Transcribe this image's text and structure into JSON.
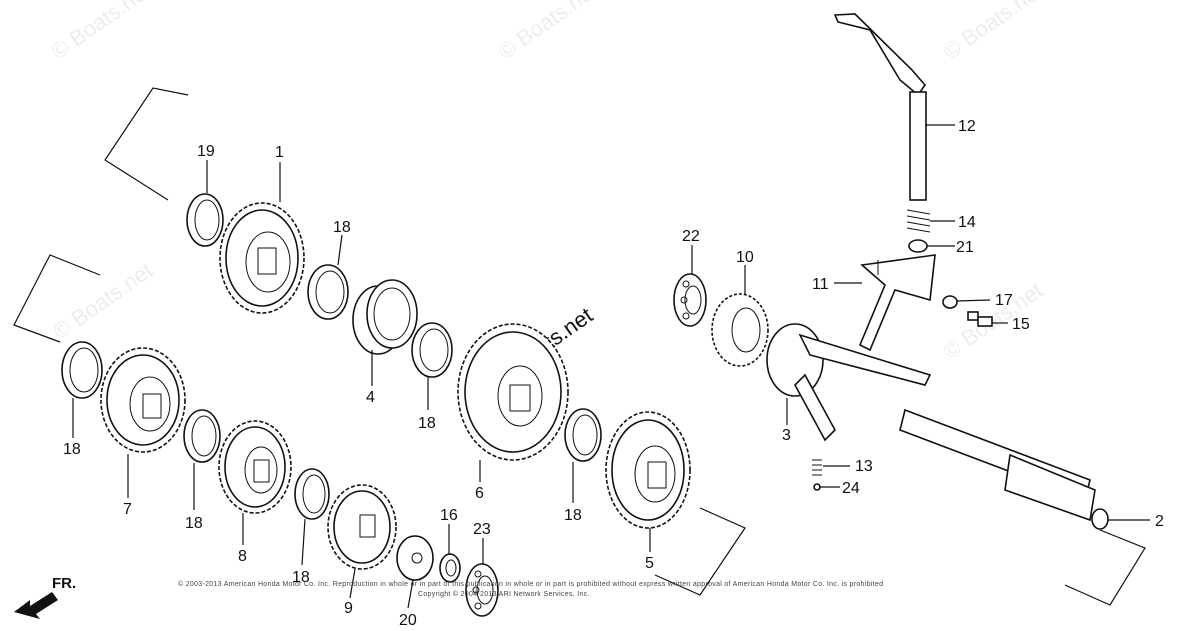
{
  "watermark": {
    "text": "© Boats.net",
    "center_text": "© Boats.net"
  },
  "fr_label": "FR.",
  "copyright_lines": [
    "© 2003-2013 American Honda Motor Co. Inc. Reproduction in whole or in part of this publication in whole or in part is prohibited without express written approval of American Honda Motor Co. Inc. is prohibited",
    "Copyright © 2004-2013 ARI Network Services, Inc."
  ],
  "callouts": [
    {
      "id": "c1",
      "label": "1"
    },
    {
      "id": "c2",
      "label": "2"
    },
    {
      "id": "c3",
      "label": "3"
    },
    {
      "id": "c4",
      "label": "4"
    },
    {
      "id": "c5",
      "label": "5"
    },
    {
      "id": "c6",
      "label": "6"
    },
    {
      "id": "c7",
      "label": "7"
    },
    {
      "id": "c8",
      "label": "8"
    },
    {
      "id": "c9",
      "label": "9"
    },
    {
      "id": "c10",
      "label": "10"
    },
    {
      "id": "c11",
      "label": "11"
    },
    {
      "id": "c12",
      "label": "12"
    },
    {
      "id": "c13",
      "label": "13"
    },
    {
      "id": "c14",
      "label": "14"
    },
    {
      "id": "c15",
      "label": "15"
    },
    {
      "id": "c16",
      "label": "16"
    },
    {
      "id": "c17",
      "label": "17"
    },
    {
      "id": "c18a",
      "label": "18"
    },
    {
      "id": "c18b",
      "label": "18"
    },
    {
      "id": "c18c",
      "label": "18"
    },
    {
      "id": "c18d",
      "label": "18"
    },
    {
      "id": "c18e",
      "label": "18"
    },
    {
      "id": "c18f",
      "label": "18"
    },
    {
      "id": "c19",
      "label": "19"
    },
    {
      "id": "c20",
      "label": "20"
    },
    {
      "id": "c21",
      "label": "21"
    },
    {
      "id": "c22",
      "label": "22"
    },
    {
      "id": "c23",
      "label": "23"
    },
    {
      "id": "c24",
      "label": "24"
    }
  ]
}
